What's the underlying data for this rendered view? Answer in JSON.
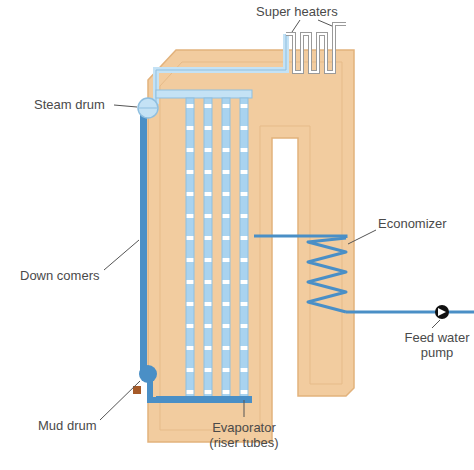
{
  "diagram": {
    "labels": [
      "Super heaters",
      "Steam drum",
      "Economizer",
      "Down comers",
      "Feed water pump",
      "Mud drum",
      "Evaporator (riser tubes)"
    ]
  }
}
